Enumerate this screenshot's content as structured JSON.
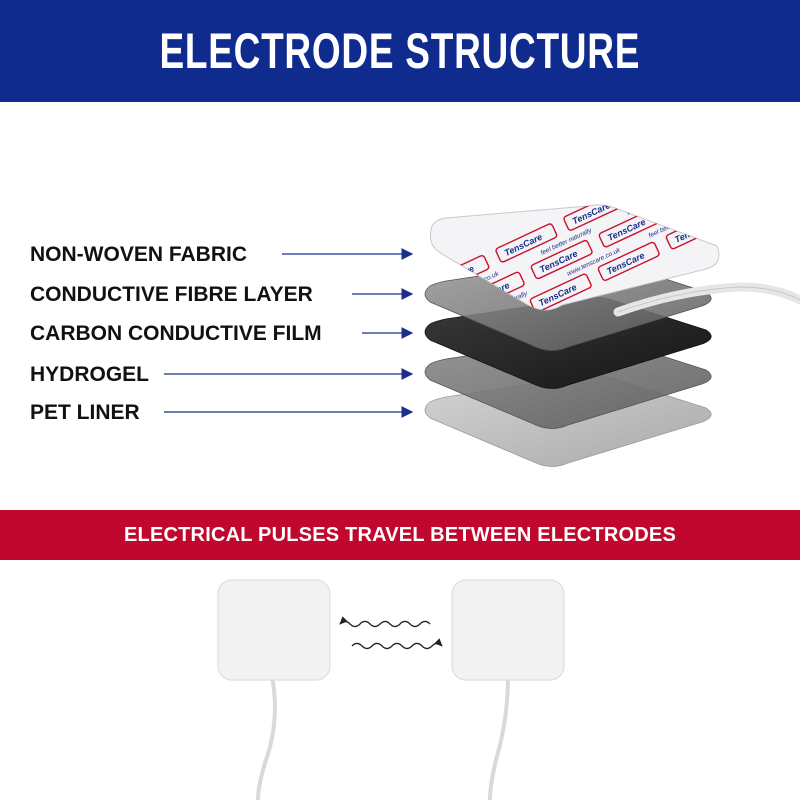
{
  "header": {
    "title": "ELECTRODE STRUCTURE"
  },
  "layers": [
    {
      "label": "NON-WOVEN FABRIC"
    },
    {
      "label": "CONDUCTIVE FIBRE LAYER"
    },
    {
      "label": "CARBON CONDUCTIVE FILM"
    },
    {
      "label": "HYDROGEL"
    },
    {
      "label": "PET LINER"
    }
  ],
  "pad_print": {
    "brand": "TensCare",
    "url": "www.tenscare.co.uk",
    "slogan": "feel better naturally"
  },
  "pulse_banner": {
    "text": "ELECTRICAL PULSES TRAVEL BETWEEN ELECTRODES"
  },
  "colors": {
    "header_blue": "#0f2b8e",
    "banner_red": "#c0082f",
    "arrow_navy": "#1a2e8a",
    "carbon_film": "#2b2b2b"
  }
}
